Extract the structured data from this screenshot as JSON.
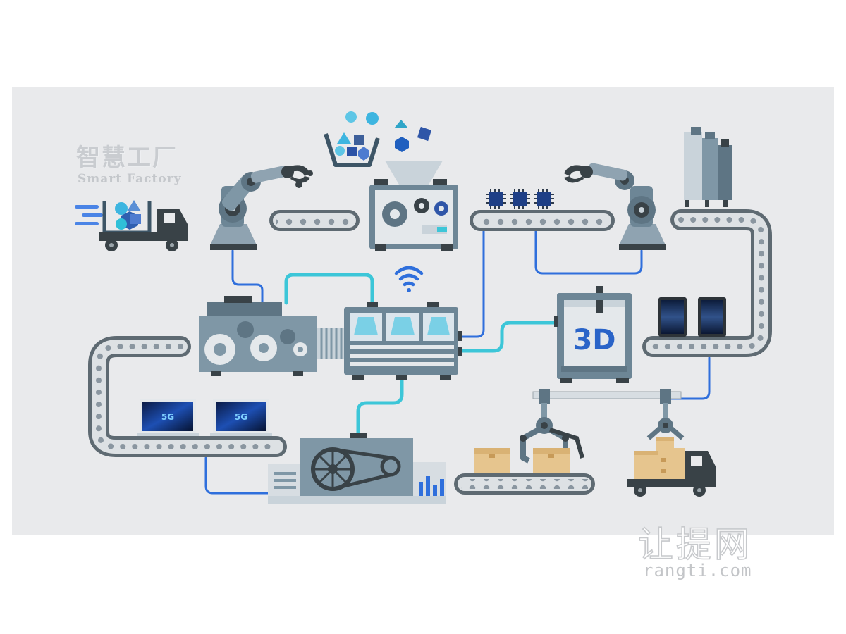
{
  "title_cn": "智慧工厂",
  "title_en": "Smart Factory",
  "printer_label": "3D",
  "screen_label": "5G",
  "watermark": {
    "cn": "让提网",
    "url": "rangti.com"
  },
  "colors": {
    "background": "#e9eaec",
    "machine_dark": "#5e7584",
    "machine_mid": "#7f97a6",
    "machine_light": "#d7dde2",
    "cable_blue": "#2f6fdc",
    "cable_cyan": "#3cc6d8",
    "box": "#e6c58e"
  }
}
